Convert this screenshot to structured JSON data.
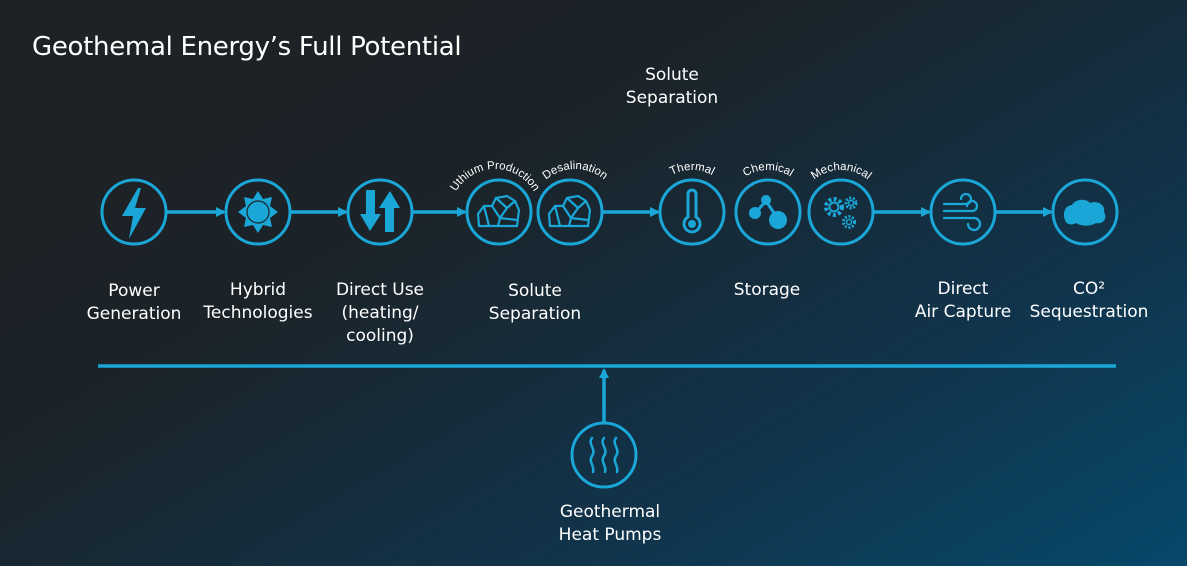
{
  "title": "Geothemal Energy’s Full Potential",
  "top_label": [
    "Solute",
    "Separation"
  ],
  "nodes": {
    "power": {
      "icon": "lightning-icon",
      "label": [
        "Power",
        "Generation"
      ]
    },
    "hybrid": {
      "icon": "sun-icon",
      "label": [
        "Hybrid",
        "Technologies"
      ]
    },
    "direct_use": {
      "icon": "up-down-arrows-icon",
      "label": [
        "Direct Use",
        "(heating/",
        "cooling)"
      ]
    },
    "lithium": {
      "icon": "rock-icon",
      "arc_label": "Uthium Production"
    },
    "desalination": {
      "icon": "rock-icon",
      "arc_label": "Desalination"
    },
    "solute_label": [
      "Solute",
      "Separation"
    ],
    "thermal": {
      "icon": "thermometer-icon",
      "arc_label": "Thermal"
    },
    "chemical": {
      "icon": "molecule-icon",
      "arc_label": "Chemical"
    },
    "mechanical": {
      "icon": "gears-icon",
      "arc_label": "Mechanical"
    },
    "storage_label": "Storage",
    "dac": {
      "icon": "wind-icon",
      "label": [
        "Direct",
        "Air Capture"
      ]
    },
    "co2": {
      "icon": "cloud-icon",
      "label": [
        "CO²",
        "Sequestration"
      ]
    },
    "heat_pumps": {
      "icon": "heat-waves-icon",
      "label": [
        "Geothermal",
        "Heat Pumps"
      ]
    }
  },
  "colors": {
    "accent": "#1aa7d8",
    "background_dark": "#1e2124",
    "background_blue": "#07486a"
  }
}
